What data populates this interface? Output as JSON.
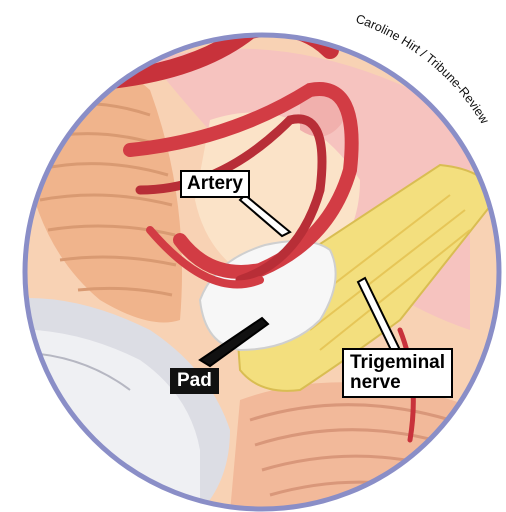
{
  "credit": "Caroline Hirt / Tribune-Review",
  "labels": {
    "artery": "Artery",
    "pad": "Pad",
    "nerve_line1": "Trigeminal",
    "nerve_line2": "nerve"
  },
  "colors": {
    "frame": "#8a8ec7",
    "artery": "#d23c44",
    "nerve": "#f3df7e",
    "pad": "#f7f7f7",
    "tissue": "#f4c9a6",
    "label_dark": "#111111"
  }
}
